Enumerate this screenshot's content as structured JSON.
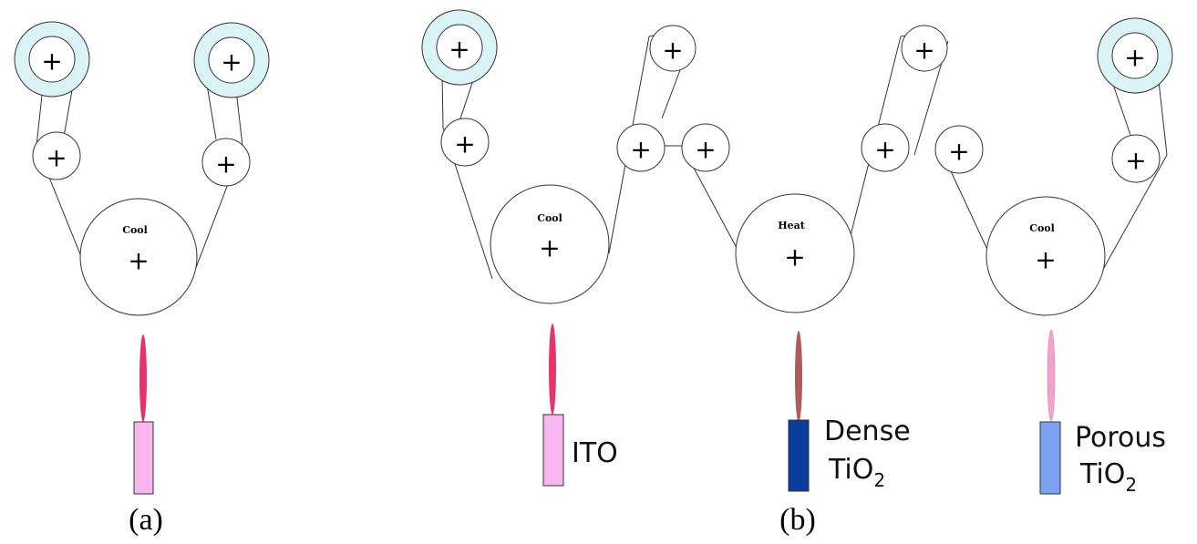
{
  "panels": {
    "a": {
      "caption": "(a)"
    },
    "b": {
      "caption": "(b)"
    }
  },
  "roll_symbol": "+",
  "drums": [
    {
      "id": "a-drum",
      "label": "Cool"
    },
    {
      "id": "b-drum-1",
      "label": "Cool"
    },
    {
      "id": "b-drum-2",
      "label": "Heat"
    },
    {
      "id": "b-drum-3",
      "label": "Cool"
    }
  ],
  "targets": [
    {
      "id": "a-target",
      "label": "",
      "color": "#f7b6f0",
      "plume": "#e8336a"
    },
    {
      "id": "b-target-1",
      "label": "ITO",
      "color": "#f7b6f0",
      "plume": "#e8336a"
    },
    {
      "id": "b-target-2",
      "label_line1": "Dense",
      "label_line2": "TiO",
      "subscript": "2",
      "color": "#0a3d9c",
      "plume": "#b05a5a"
    },
    {
      "id": "b-target-3",
      "label_line1": "Porous",
      "label_line2": "TiO",
      "subscript": "2",
      "color": "#7aa2f0",
      "plume": "#f5a0d0"
    }
  ],
  "colors": {
    "reel_ring": "#d9f3f7",
    "line": "#333333"
  }
}
